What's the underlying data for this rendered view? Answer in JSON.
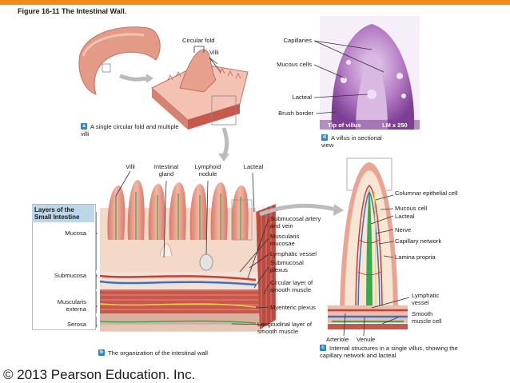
{
  "figure_title": "Figure 16-11  The Intestinal Wall.",
  "panel_a": {
    "badge": "a",
    "caption": "A single circular fold and multiple villi",
    "labels": {
      "circular_fold": "Circular fold",
      "villi": "Villi"
    }
  },
  "panel_d": {
    "badge": "d",
    "caption": "A villus in sectional view",
    "labels": {
      "capillaries": "Capillaries",
      "mucous_cells": "Mucous cells",
      "lacteal": "Lacteal",
      "brush_border": "Brush border",
      "tip_of_villus": "Tip of villus",
      "magnification": "LM  x 250"
    }
  },
  "panel_b": {
    "badge": "b",
    "caption": "The organization of the intestinal wall",
    "top_labels": {
      "villi": "Villi",
      "intestinal_gland": "Intestinal gland",
      "lymphoid_nodule": "Lymphoid nodule",
      "lacteal": "Lacteal"
    },
    "layers_title": "Layers of the Small Intestine",
    "layers": {
      "mucosa": "Mucosa",
      "submucosa": "Submucosa",
      "muscularis_externa": "Muscularis externa",
      "serosa": "Serosa"
    },
    "right_labels": {
      "submucosal_artery_vein": "Submucosal artery and vein",
      "muscularis_mucosae": "Muscularis mucosae",
      "lymphatic_vessel": "Lymphatic vessel",
      "submucosal_plexus": "Submucosal plexus",
      "circular_layer": "Circular layer of smooth muscle",
      "myenteric_plexus": "Myenteric plexus",
      "longitudinal_layer": "Longitudinal layer of smooth muscle"
    }
  },
  "panel_c": {
    "badge": "c",
    "caption": "Internal structures in a single villus, showing the capillary network and lacteal",
    "labels": {
      "columnar_epithelial_cell": "Columnar epithelial cell",
      "mucous_cell": "Mucous cell",
      "lacteal": "Lacteal",
      "nerve": "Nerve",
      "capillary_network": "Capillary network",
      "lamina_propria": "Lamina propria",
      "lymphatic_vessel": "Lymphatic vessel",
      "smooth_muscle_cell": "Smooth muscle cell",
      "arteriole": "Arteriole",
      "venule": "Venule"
    }
  },
  "copyright": "© 2013 Pearson Education. Inc.",
  "colors": {
    "accent_bar": "#f08a1c",
    "badge_blue": "#2a86c9",
    "tissue_pink": "#e9a592",
    "muscle_red": "#c8584c",
    "artery_red": "#d33a2f",
    "vein_blue": "#3f6fc4",
    "nerve_yellow": "#f0d24a",
    "lymph_green": "#3aa84d",
    "micrograph_purple": "#9c5cae"
  }
}
